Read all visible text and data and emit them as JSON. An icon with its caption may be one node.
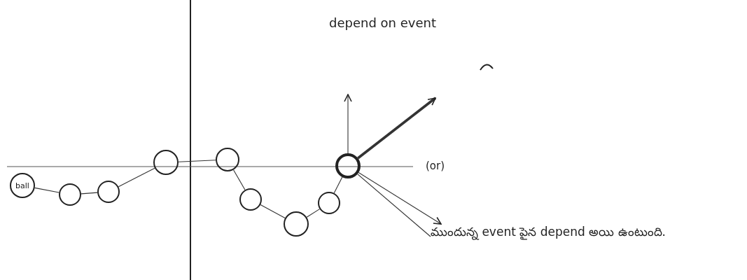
{
  "diagram": {
    "nodes": [
      {
        "text": [
          "ball"
        ]
      },
      {
        "text": [],
        "shape": "circle"
      },
      {
        "text": [],
        "shape": "circle"
      },
      {
        "text": [],
        "shape": "circle"
      },
      {
        "text": [],
        "shape": "circle"
      },
      {
        "text": [],
        "shape": "circle"
      },
      {
        "text": [],
        "shape": "circle"
      },
      {
        "text": [],
        "shape": "circle"
      },
      {
        "text": [],
        "shape": "circle"
      },
      {
        "text": [
          "ముందున్న event పైన depend అయి ఉంటుంది."
        ]
      }
    ],
    "edges": [
      {
        "from": 0,
        "to": 1,
        "arrow": "none"
      },
      {
        "from": 1,
        "to": 2,
        "arrow": "none"
      },
      {
        "from": 2,
        "to": 3,
        "arrow": "none"
      },
      {
        "from": 3,
        "to": 4,
        "arrow": "none"
      },
      {
        "from": 4,
        "to": 5,
        "arrow": "none"
      },
      {
        "from": 5,
        "to": 6,
        "arrow": "none"
      },
      {
        "from": 6,
        "to": 7,
        "arrow": "none"
      },
      {
        "from": 7,
        "to": 8,
        "arrow": "none"
      },
      {
        "from": 8,
        "to": null,
        "arrow": "to"
      },
      {
        "from": 8,
        "to": null,
        "arrow": "to",
        "style": "thick"
      },
      {
        "from": 8,
        "to": 9,
        "arrow": "to"
      },
      {
        "from": 8,
        "to": 9,
        "arrow": "none"
      }
    ],
    "labels": [
      "depend on event",
      "(or)"
    ]
  }
}
